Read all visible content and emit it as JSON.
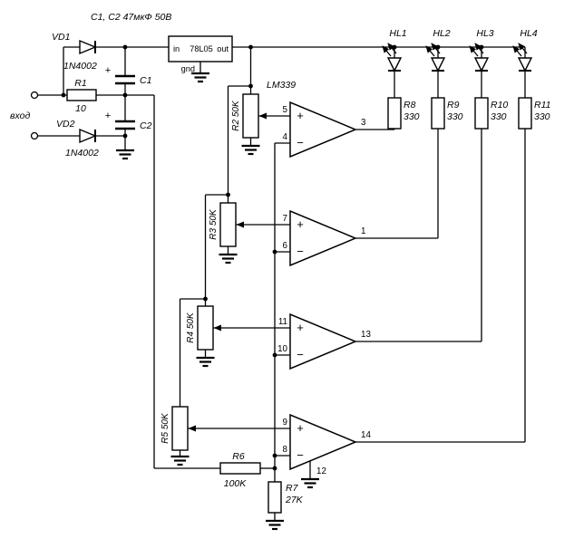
{
  "title": "C1, C2 47мкФ 50В",
  "input_label": "вход",
  "regulator": {
    "name": "78L05",
    "pin_in": "in",
    "pin_out": "out",
    "pin_gnd": "gnd"
  },
  "ic_name": "LM339",
  "ic_gnd_pin": "12",
  "diodes": {
    "vd1": {
      "ref": "VD1",
      "value": "1N4002"
    },
    "vd2": {
      "ref": "VD2",
      "value": "1N4002"
    }
  },
  "capacitors": {
    "c1": {
      "ref": "C1",
      "polarity": "+"
    },
    "c2": {
      "ref": "C2",
      "polarity": "+"
    }
  },
  "resistors": {
    "r1": {
      "ref": "R1",
      "value": "10"
    },
    "r6": {
      "ref": "R6",
      "value": "100K"
    },
    "r7": {
      "ref": "R7",
      "value": "27K"
    },
    "r8": {
      "ref": "R8",
      "value": "330"
    },
    "r9": {
      "ref": "R9",
      "value": "330"
    },
    "r10": {
      "ref": "R10",
      "value": "330"
    },
    "r11": {
      "ref": "R11",
      "value": "330"
    }
  },
  "trimmers": {
    "r2": {
      "label": "R2 50K"
    },
    "r3": {
      "label": "R3 50K"
    },
    "r4": {
      "label": "R4 50K"
    },
    "r5": {
      "label": "R5 50K"
    }
  },
  "leds": {
    "hl1": {
      "ref": "HL1"
    },
    "hl2": {
      "ref": "HL2"
    },
    "hl3": {
      "ref": "HL3"
    },
    "hl4": {
      "ref": "HL4"
    }
  },
  "comparators": [
    {
      "plus_pin": "5",
      "minus_pin": "4",
      "out_pin": "3",
      "plus_sign": "+",
      "minus_sign": "−"
    },
    {
      "plus_pin": "7",
      "minus_pin": "6",
      "out_pin": "1",
      "plus_sign": "+",
      "minus_sign": "−"
    },
    {
      "plus_pin": "11",
      "minus_pin": "10",
      "out_pin": "13",
      "plus_sign": "+",
      "minus_sign": "−"
    },
    {
      "plus_pin": "9",
      "minus_pin": "8",
      "out_pin": "14",
      "plus_sign": "+",
      "minus_sign": "−"
    }
  ],
  "colors": {
    "wire": "#000000",
    "background": "#ffffff"
  }
}
